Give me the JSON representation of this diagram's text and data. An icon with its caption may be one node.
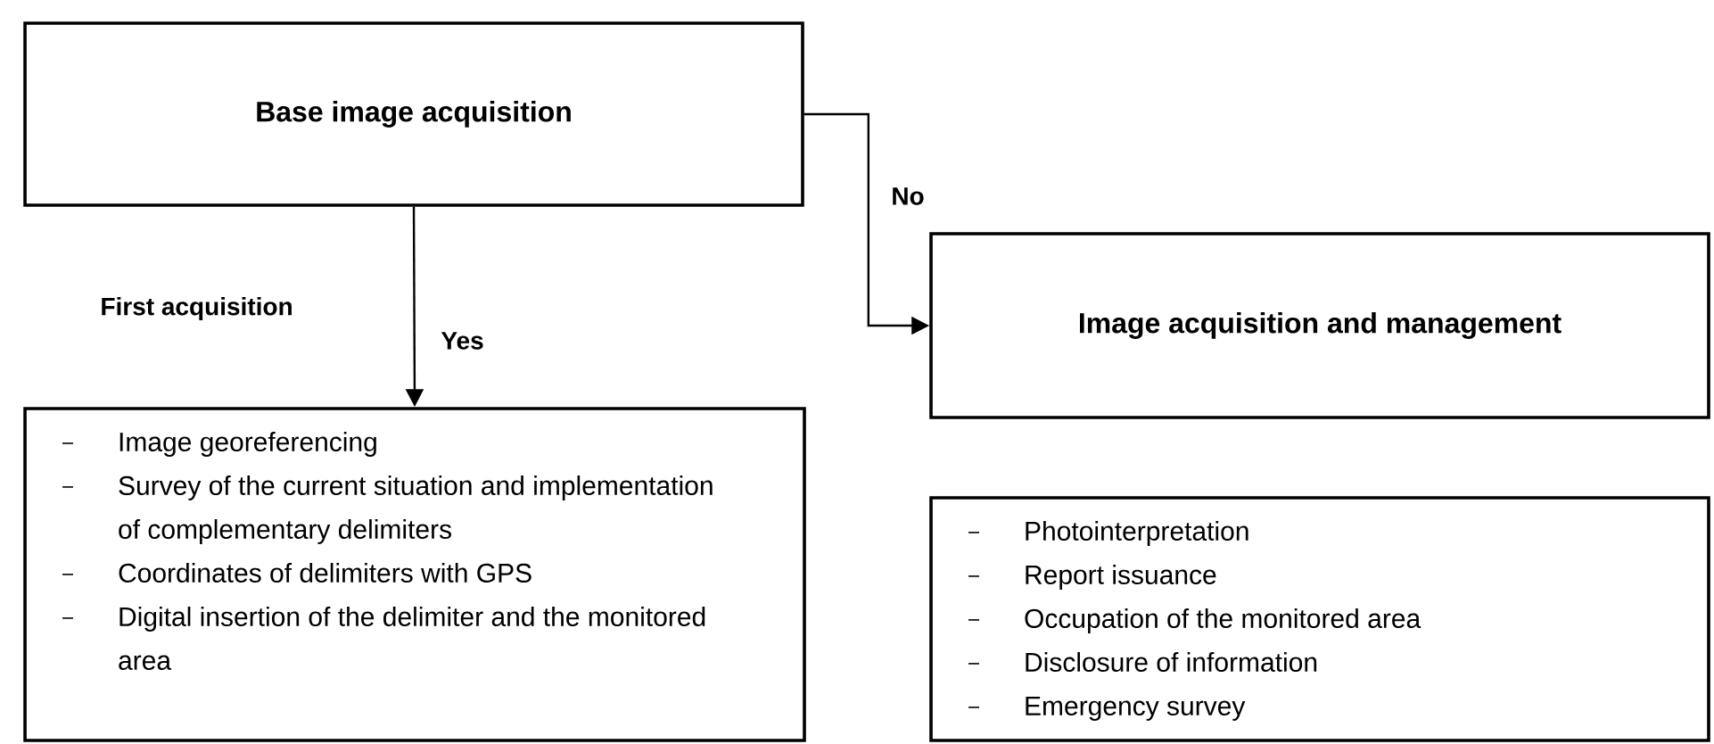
{
  "diagram": {
    "nodes": [
      {
        "text": [
          "Base image acquisition"
        ]
      },
      {
        "text": [
          "Image acquisition and management"
        ]
      },
      {
        "text": [
          "Image georeferencing",
          "Survey of the current situation and implementation of complementary delimiters",
          "Coordinates of delimiters with GPS",
          "Digital insertion of the delimiter and the monitored area"
        ]
      },
      {
        "text": [
          "Photointerpretation",
          "Report issuance",
          "Occupation of the monitored area",
          "Disclosure of information",
          "Emergency survey"
        ]
      }
    ],
    "edges": [
      {
        "from": 0,
        "to": 2,
        "arrow": "to",
        "label": "Yes"
      },
      {
        "from": 0,
        "to": 1,
        "arrow": "to",
        "label": "No"
      }
    ],
    "labels": [
      "First acquisition"
    ]
  }
}
